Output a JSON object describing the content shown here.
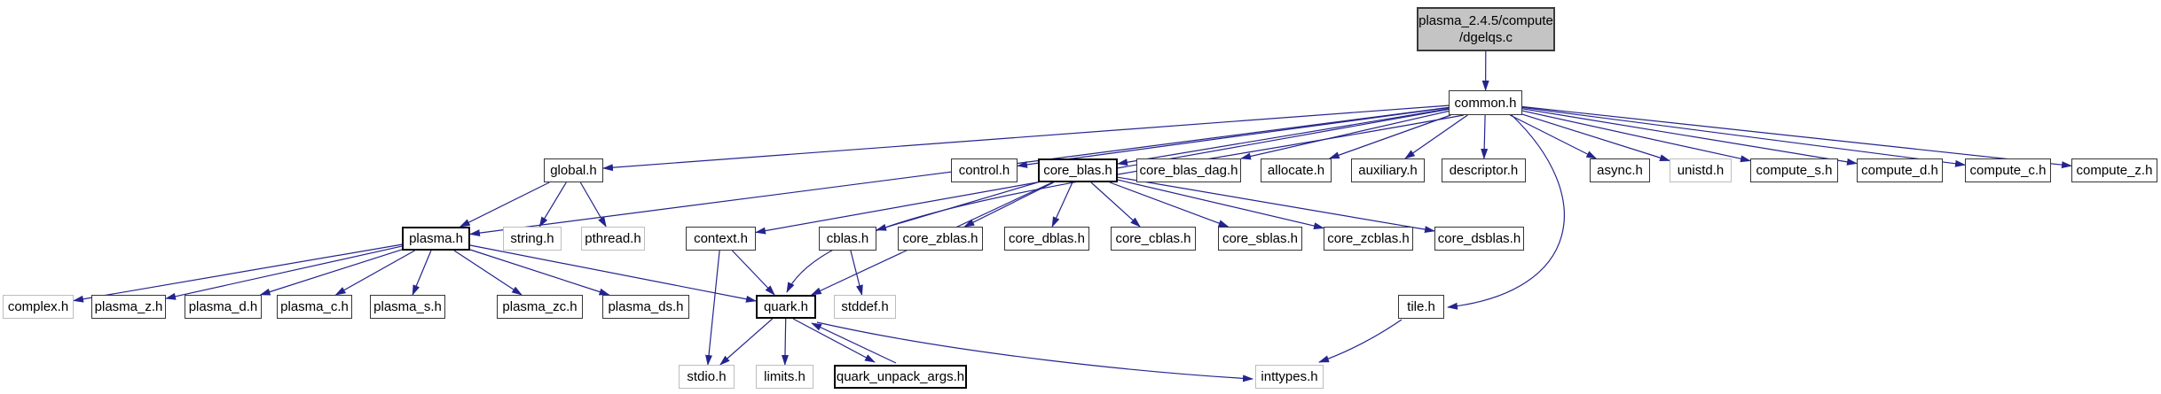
{
  "diagram": {
    "title_node": "plasma_2.4.5/compute/dgelqs.c",
    "edge_color": "#24248f",
    "root_fill_color": "#c4c4c4",
    "external_border_color": "#bdbdbd",
    "nodes": [
      {
        "id": "dgelqs_c",
        "label": "plasma_2.4.5/compute\n/dgelqs.c",
        "kind": "root"
      },
      {
        "id": "common_h",
        "label": "common.h",
        "kind": "normal"
      },
      {
        "id": "global_h",
        "label": "global.h",
        "kind": "normal"
      },
      {
        "id": "control_h",
        "label": "control.h",
        "kind": "normal"
      },
      {
        "id": "core_blas_h",
        "label": "core_blas.h",
        "kind": "bold"
      },
      {
        "id": "core_blas_dag_h",
        "label": "core_blas_dag.h",
        "kind": "normal"
      },
      {
        "id": "allocate_h",
        "label": "allocate.h",
        "kind": "normal"
      },
      {
        "id": "auxiliary_h",
        "label": "auxiliary.h",
        "kind": "normal"
      },
      {
        "id": "descriptor_h",
        "label": "descriptor.h",
        "kind": "normal"
      },
      {
        "id": "async_h",
        "label": "async.h",
        "kind": "normal"
      },
      {
        "id": "unistd_h",
        "label": "unistd.h",
        "kind": "external"
      },
      {
        "id": "compute_s_h",
        "label": "compute_s.h",
        "kind": "normal"
      },
      {
        "id": "compute_d_h",
        "label": "compute_d.h",
        "kind": "normal"
      },
      {
        "id": "compute_c_h",
        "label": "compute_c.h",
        "kind": "normal"
      },
      {
        "id": "compute_z_h",
        "label": "compute_z.h",
        "kind": "normal"
      },
      {
        "id": "plasma_h",
        "label": "plasma.h",
        "kind": "bold"
      },
      {
        "id": "string_h",
        "label": "string.h",
        "kind": "external"
      },
      {
        "id": "pthread_h",
        "label": "pthread.h",
        "kind": "external"
      },
      {
        "id": "context_h",
        "label": "context.h",
        "kind": "normal"
      },
      {
        "id": "cblas_h",
        "label": "cblas.h",
        "kind": "normal"
      },
      {
        "id": "core_zblas_h",
        "label": "core_zblas.h",
        "kind": "normal"
      },
      {
        "id": "core_dblas_h",
        "label": "core_dblas.h",
        "kind": "normal"
      },
      {
        "id": "core_cblas_h",
        "label": "core_cblas.h",
        "kind": "normal"
      },
      {
        "id": "core_sblas_h",
        "label": "core_sblas.h",
        "kind": "normal"
      },
      {
        "id": "core_zcblas_h",
        "label": "core_zcblas.h",
        "kind": "normal"
      },
      {
        "id": "core_dsblas_h",
        "label": "core_dsblas.h",
        "kind": "normal"
      },
      {
        "id": "complex_h",
        "label": "complex.h",
        "kind": "external"
      },
      {
        "id": "plasma_z_h",
        "label": "plasma_z.h",
        "kind": "normal"
      },
      {
        "id": "plasma_d_h",
        "label": "plasma_d.h",
        "kind": "normal"
      },
      {
        "id": "plasma_c_h",
        "label": "plasma_c.h",
        "kind": "normal"
      },
      {
        "id": "plasma_s_h",
        "label": "plasma_s.h",
        "kind": "normal"
      },
      {
        "id": "plasma_zc_h",
        "label": "plasma_zc.h",
        "kind": "normal"
      },
      {
        "id": "plasma_ds_h",
        "label": "plasma_ds.h",
        "kind": "normal"
      },
      {
        "id": "quark_h",
        "label": "quark.h",
        "kind": "bold"
      },
      {
        "id": "stddef_h",
        "label": "stddef.h",
        "kind": "external"
      },
      {
        "id": "tile_h",
        "label": "tile.h",
        "kind": "normal"
      },
      {
        "id": "stdio_h",
        "label": "stdio.h",
        "kind": "external"
      },
      {
        "id": "limits_h",
        "label": "limits.h",
        "kind": "external"
      },
      {
        "id": "quark_unpack_args_h",
        "label": "quark_unpack_args.h",
        "kind": "bold"
      },
      {
        "id": "inttypes_h",
        "label": "inttypes.h",
        "kind": "external"
      }
    ],
    "edges": [
      {
        "from": "dgelqs_c",
        "to": "common_h"
      },
      {
        "from": "common_h",
        "to": "global_h"
      },
      {
        "from": "common_h",
        "to": "plasma_h"
      },
      {
        "from": "common_h",
        "to": "context_h"
      },
      {
        "from": "common_h",
        "to": "control_h"
      },
      {
        "from": "common_h",
        "to": "core_blas_h"
      },
      {
        "from": "common_h",
        "to": "core_blas_dag_h"
      },
      {
        "from": "common_h",
        "to": "allocate_h"
      },
      {
        "from": "common_h",
        "to": "auxiliary_h"
      },
      {
        "from": "common_h",
        "to": "descriptor_h"
      },
      {
        "from": "common_h",
        "to": "async_h"
      },
      {
        "from": "common_h",
        "to": "unistd_h"
      },
      {
        "from": "common_h",
        "to": "compute_s_h"
      },
      {
        "from": "common_h",
        "to": "compute_d_h"
      },
      {
        "from": "common_h",
        "to": "compute_c_h"
      },
      {
        "from": "common_h",
        "to": "compute_z_h"
      },
      {
        "from": "common_h",
        "to": "quark_h"
      },
      {
        "from": "common_h",
        "to": "tile_h"
      },
      {
        "from": "global_h",
        "to": "plasma_h"
      },
      {
        "from": "global_h",
        "to": "string_h"
      },
      {
        "from": "global_h",
        "to": "pthread_h"
      },
      {
        "from": "plasma_h",
        "to": "complex_h"
      },
      {
        "from": "plasma_h",
        "to": "plasma_z_h"
      },
      {
        "from": "plasma_h",
        "to": "plasma_d_h"
      },
      {
        "from": "plasma_h",
        "to": "plasma_c_h"
      },
      {
        "from": "plasma_h",
        "to": "plasma_s_h"
      },
      {
        "from": "plasma_h",
        "to": "plasma_zc_h"
      },
      {
        "from": "plasma_h",
        "to": "plasma_ds_h"
      },
      {
        "from": "plasma_h",
        "to": "quark_h"
      },
      {
        "from": "context_h",
        "to": "stdio_h"
      },
      {
        "from": "context_h",
        "to": "quark_h"
      },
      {
        "from": "core_blas_h",
        "to": "cblas_h"
      },
      {
        "from": "core_blas_h",
        "to": "core_zblas_h"
      },
      {
        "from": "core_blas_h",
        "to": "core_dblas_h"
      },
      {
        "from": "core_blas_h",
        "to": "core_cblas_h"
      },
      {
        "from": "core_blas_h",
        "to": "core_sblas_h"
      },
      {
        "from": "core_blas_h",
        "to": "core_zcblas_h"
      },
      {
        "from": "core_blas_h",
        "to": "core_dsblas_h"
      },
      {
        "from": "core_blas_h",
        "to": "quark_h"
      },
      {
        "from": "cblas_h",
        "to": "stddef_h"
      },
      {
        "from": "quark_h",
        "to": "stdio_h"
      },
      {
        "from": "quark_h",
        "to": "limits_h"
      },
      {
        "from": "quark_h",
        "to": "quark_unpack_args_h"
      },
      {
        "from": "quark_unpack_args_h",
        "to": "quark_h"
      },
      {
        "from": "quark_h",
        "to": "inttypes_h"
      },
      {
        "from": "tile_h",
        "to": "inttypes_h"
      }
    ]
  }
}
